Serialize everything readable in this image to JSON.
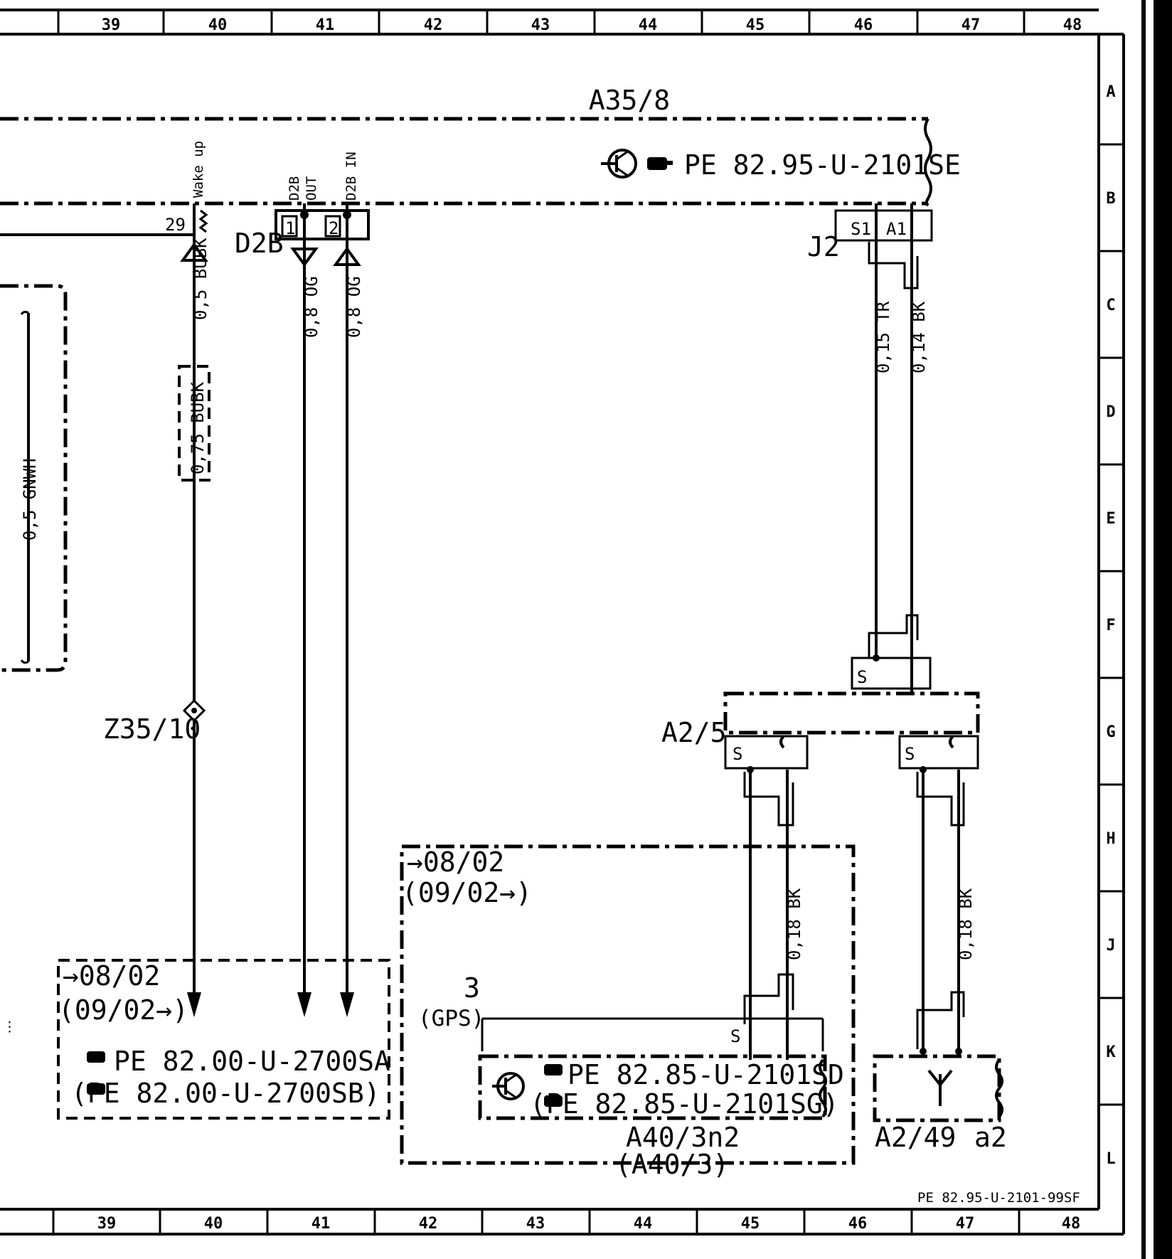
{
  "columns_top": [
    "39",
    "40",
    "41",
    "42",
    "43",
    "44",
    "45",
    "46",
    "47",
    "48"
  ],
  "columns_bottom": [
    "39",
    "40",
    "41",
    "42",
    "43",
    "44",
    "45",
    "46",
    "47",
    "48"
  ],
  "rows": [
    "A",
    "B",
    "C",
    "D",
    "E",
    "F",
    "G",
    "H",
    "J",
    "K",
    "L"
  ],
  "drawing_number": "PE 82.95-U-2101-99SF",
  "components": {
    "a35_8": "A35/8",
    "a35_8_ref": "PE 82.95-U-2101SE",
    "d2b": "D2B",
    "z35_10": "Z35/10",
    "j2": "J2",
    "a2_5": "A2/5",
    "a40_3n2": "A40/3n2",
    "a40_3": "(A40/3)",
    "a2_49": "A2/49",
    "a2_49_suffix": "a2",
    "gps_pin": "3",
    "gps": "(GPS)"
  },
  "pins": {
    "wake_up": "Wake up",
    "d2b_out_1": "D2B",
    "d2b_out_2": "OUT",
    "d2b_in": "D2B IN",
    "p29": "29",
    "p1": "1",
    "p2": "2",
    "s1": "S1",
    "a1": "A1",
    "s": "S"
  },
  "wires": {
    "w_gnwh": "0,5 GNWH",
    "w_bubk": "0,5 BUBK",
    "w_bubk_075": "0,75 BUBK",
    "w_og1": "0,8 OG",
    "w_og2": "0,8 OG",
    "w_tr": "0,15 TR",
    "w_bk014": "0,14 BK",
    "w_bk018_a": "0,18 BK",
    "w_bk018_b": "0,18 BK"
  },
  "ref_left": {
    "date_from": "→08/02",
    "date_to": "(09/02→)",
    "ref1": "PE 82.00-U-2700SA",
    "ref2": "(PE 82.00-U-2700SB)"
  },
  "ref_mid": {
    "date_from": "→08/02",
    "date_to": "(09/02→)",
    "ref1": "PE 82.85-U-2101SD",
    "ref2": "(PE 82.85-U-2101SG)"
  }
}
